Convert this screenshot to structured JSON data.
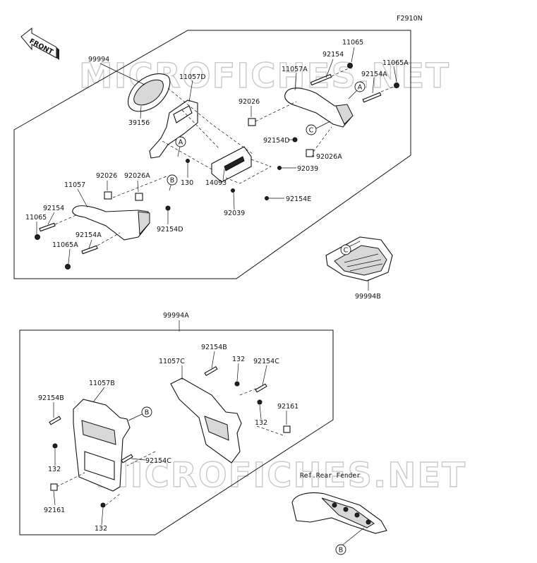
{
  "diagram_code": "F2910N",
  "front_label": "FRONT",
  "watermark": "MICROFICHES.NET",
  "ref_note": "Ref.Rear Fender",
  "labels": [
    {
      "id": "l0",
      "text": "99994"
    },
    {
      "id": "l1",
      "text": "39156"
    },
    {
      "id": "l2",
      "text": "11057D"
    },
    {
      "id": "l3",
      "text": "11057A"
    },
    {
      "id": "l4",
      "text": "11065"
    },
    {
      "id": "l5",
      "text": "92154"
    },
    {
      "id": "l6",
      "text": "11065A"
    },
    {
      "id": "l7",
      "text": "92154A"
    },
    {
      "id": "l8",
      "text": "92026"
    },
    {
      "id": "l9",
      "text": "92154D"
    },
    {
      "id": "l10",
      "text": "92026A"
    },
    {
      "id": "l11",
      "text": "92039"
    },
    {
      "id": "l12",
      "text": "92154E"
    },
    {
      "id": "l13",
      "text": "14093"
    },
    {
      "id": "l14",
      "text": "92039"
    },
    {
      "id": "l15",
      "text": "130"
    },
    {
      "id": "l16",
      "text": "92026"
    },
    {
      "id": "l17",
      "text": "92026A"
    },
    {
      "id": "l18",
      "text": "11057"
    },
    {
      "id": "l19",
      "text": "92154"
    },
    {
      "id": "l20",
      "text": "11065"
    },
    {
      "id": "l21",
      "text": "92154A"
    },
    {
      "id": "l22",
      "text": "11065A"
    },
    {
      "id": "l23",
      "text": "92154D"
    },
    {
      "id": "l24",
      "text": "99994B"
    },
    {
      "id": "l25",
      "text": "99994A"
    },
    {
      "id": "l26",
      "text": "92154B"
    },
    {
      "id": "l27",
      "text": "11057C"
    },
    {
      "id": "l28",
      "text": "132"
    },
    {
      "id": "l29",
      "text": "92154C"
    },
    {
      "id": "l30",
      "text": "92161"
    },
    {
      "id": "l31",
      "text": "132"
    },
    {
      "id": "l32",
      "text": "11057B"
    },
    {
      "id": "l33",
      "text": "92154B"
    },
    {
      "id": "l34",
      "text": "132"
    },
    {
      "id": "l35",
      "text": "92154C"
    },
    {
      "id": "l36",
      "text": "92161"
    },
    {
      "id": "l37",
      "text": "132"
    }
  ],
  "callouts": [
    {
      "id": "c0",
      "letter": "A"
    },
    {
      "id": "c1",
      "letter": "A"
    },
    {
      "id": "c2",
      "letter": "B"
    },
    {
      "id": "c3",
      "letter": "C"
    },
    {
      "id": "c4",
      "letter": "C"
    },
    {
      "id": "c5",
      "letter": "B"
    },
    {
      "id": "c6",
      "letter": "B"
    }
  ]
}
